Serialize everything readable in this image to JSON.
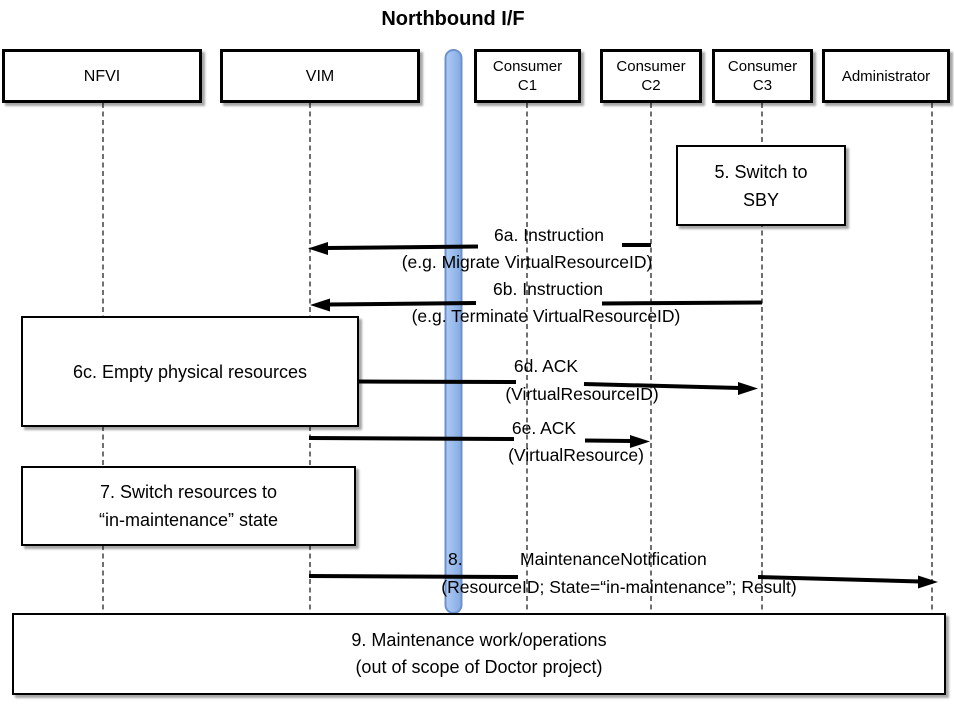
{
  "title": "Northbound I/F",
  "actors": {
    "nfvi": {
      "label": "NFVI"
    },
    "vim": {
      "label": "VIM"
    },
    "c1": {
      "line1": "Consumer",
      "line2": "C1"
    },
    "c2": {
      "line1": "Consumer",
      "line2": "C2"
    },
    "c3": {
      "line1": "Consumer",
      "line2": "C3"
    },
    "admin": {
      "label": "Administrator"
    }
  },
  "boxes": {
    "step5": {
      "line1": "5. Switch to",
      "line2": "SBY"
    },
    "step6c": {
      "label": "6c. Empty physical resources"
    },
    "step7": {
      "line1": "7. Switch resources to",
      "line2": "“in-maintenance” state"
    },
    "step9": {
      "line1": "9. Maintenance work/operations",
      "line2": "(out of scope of Doctor project)"
    }
  },
  "messages": {
    "m6a": {
      "title": "6a. Instruction",
      "detail": "(e.g. Migrate VirtualResourceID)"
    },
    "m6b": {
      "title": "6b. Instruction",
      "detail": "(e.g. Terminate VirtualResourceID)"
    },
    "m6d": {
      "title": "6d. ACK",
      "detail": "(VirtualResourceID)"
    },
    "m6e": {
      "title": "6e. ACK",
      "detail": "(VirtualResource)"
    },
    "m8": {
      "num": "8.",
      "name": "MaintenanceNotification",
      "detail": "(ResourceID; State=“in-maintenance”; Result)"
    }
  },
  "colors": {
    "bar_fill_light": "#b0cbf2",
    "bar_fill_dark": "#84aae0",
    "bar_border": "#6d92cb",
    "arrow": "#000000",
    "lifeline": "#4d4d4d"
  }
}
